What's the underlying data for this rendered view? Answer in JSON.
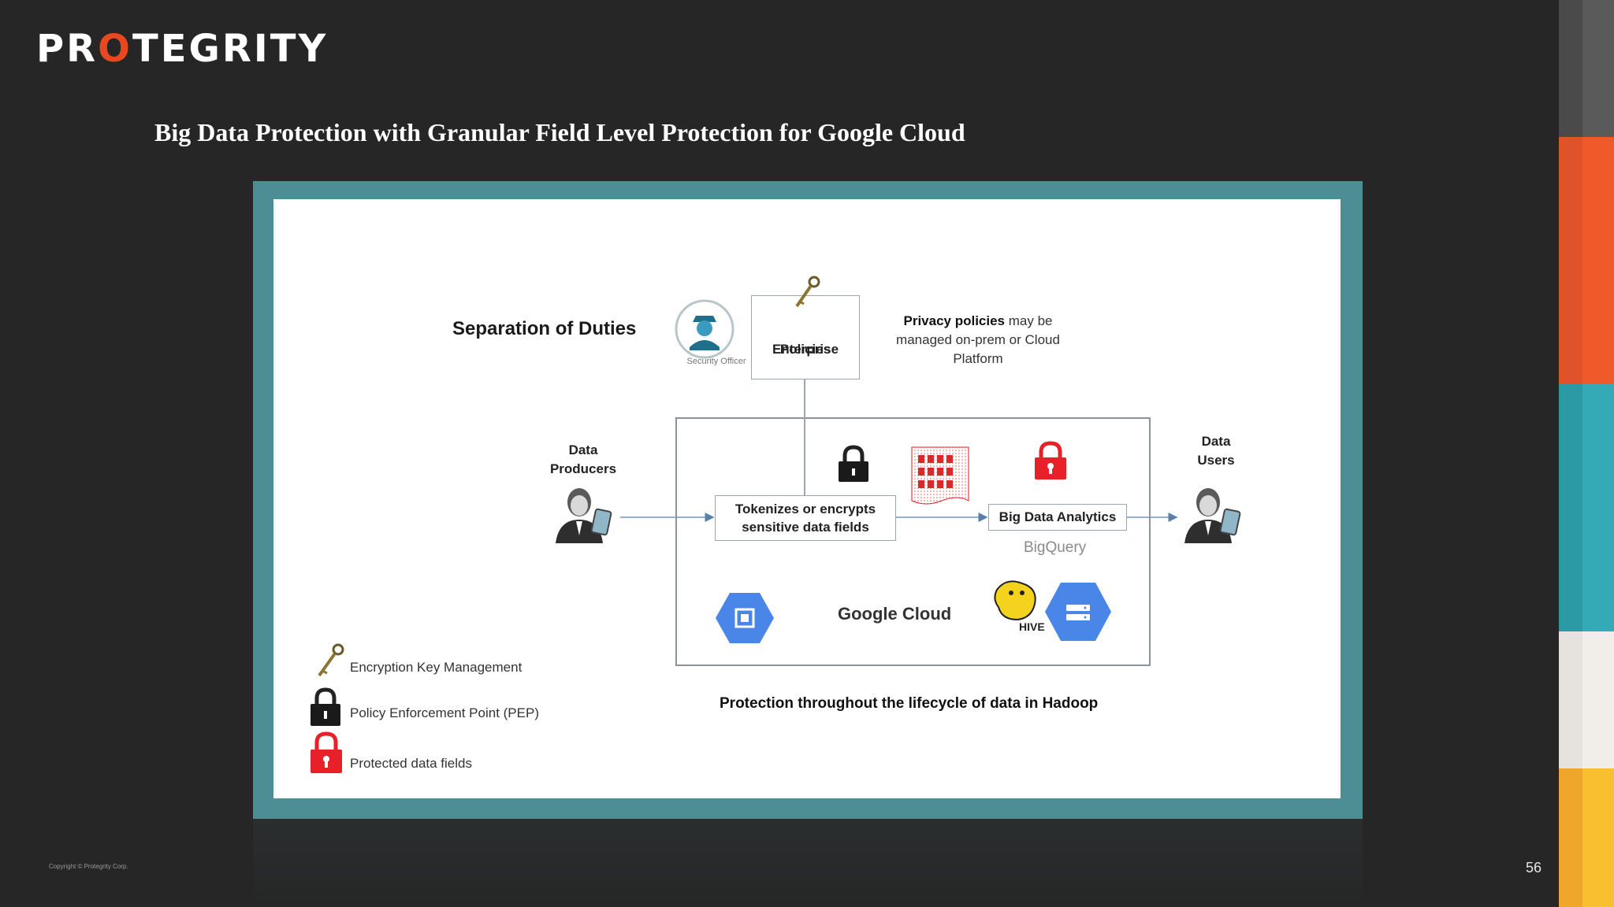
{
  "header": {
    "logo_prefix": "PR",
    "logo_o": "O",
    "logo_suffix": "TEGRITY",
    "title": "Big Data Protection with Granular Field Level Protection for Google Cloud"
  },
  "diagram": {
    "separation_title": "Separation of Duties",
    "security_officer_caption": "Security Officer",
    "enterprise_policies_line1": "Enterprise",
    "enterprise_policies_line2": "Policies",
    "privacy_bold": "Privacy policies",
    "privacy_rest": " may be managed on-prem or Cloud Platform",
    "data_producers_line1": "Data",
    "data_producers_line2": "Producers",
    "data_users_line1": "Data",
    "data_users_line2": "Users",
    "tokenizes_line1": "Tokenizes or encrypts",
    "tokenizes_line2": "sensitive data fields",
    "big_data_analytics": "Big Data Analytics",
    "bigquery": "BigQuery",
    "google_cloud": "Google Cloud",
    "hive_label": "HIVE",
    "lifecycle": "Protection throughout the lifecycle of data in Hadoop"
  },
  "legend": [
    {
      "icon": "key-icon",
      "label": "Encryption Key Management"
    },
    {
      "icon": "black-lock-icon",
      "label": "Policy Enforcement Point (PEP)"
    },
    {
      "icon": "red-lock-icon",
      "label": "Protected data fields"
    }
  ],
  "footer": {
    "copyright": "Copyright © Protegrity Corp.",
    "page_number": "56"
  },
  "colors": {
    "background": "#262626",
    "frame": "#4c8e94",
    "accent_orange": "#e8481f",
    "lock_red": "#e8202a",
    "gcp_blue": "#4a86e8"
  }
}
